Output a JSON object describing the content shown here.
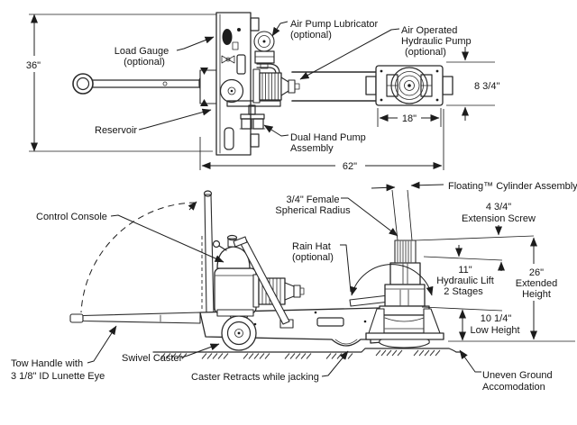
{
  "colors": {
    "ink": "#2a2a2a",
    "background": "#ffffff"
  },
  "top_view": {
    "dimensions": {
      "overall_height": "36\"",
      "overall_length": "62\"",
      "plate_width": "18\"",
      "beam_height": "8 3/4\""
    },
    "labels": {
      "load_gauge": [
        "Load Gauge",
        "(optional)"
      ],
      "air_pump_lubricator": [
        "Air Pump Lubricator",
        "(optional)"
      ],
      "air_operated_pump": [
        "Air Operated",
        "Hydraulic Pump",
        "(optional)"
      ],
      "dual_hand_pump": [
        "Dual Hand Pump",
        "Assembly"
      ],
      "reservoir": "Reservoir"
    }
  },
  "bottom_view": {
    "dimensions": {
      "extension_screw": [
        "4 3/4\"",
        "Extension Screw"
      ],
      "extended_height": [
        "26\"",
        "Extended",
        "Height"
      ],
      "hydraulic_lift": [
        "11\"",
        "Hydraulic Lift",
        "2 Stages"
      ],
      "low_height": [
        "10 1/4\"",
        "Low Height"
      ]
    },
    "labels": {
      "control_console": "Control Console",
      "spherical_radius": [
        "3/4\" Female",
        "Spherical Radius"
      ],
      "floating_cylinder": "Floating™ Cylinder Assembly",
      "rain_hat": [
        "Rain Hat",
        "(optional)"
      ],
      "tow_handle": [
        "Tow Handle with",
        "3 1/8\" ID Lunette Eye"
      ],
      "swivel_caster": "Swivel Caster",
      "caster_retracts": "Caster Retracts while jacking",
      "uneven_ground": [
        "Uneven Ground",
        "Accomodation"
      ]
    }
  }
}
